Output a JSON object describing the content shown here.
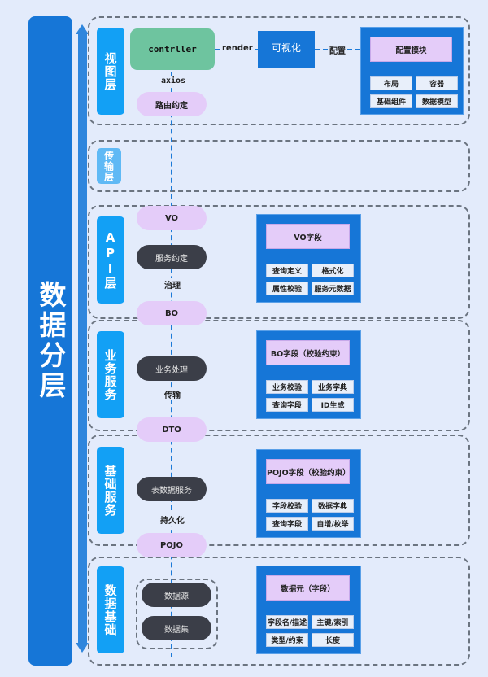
{
  "title": "数据分层",
  "colors": {
    "background": "#e3ebfb",
    "main_bar": "#1676d7",
    "arrow": "#2f86dd",
    "layer_label": "#12a0f5",
    "layer_label_light": "#5fb9f5",
    "controller": "#6ec49f",
    "pill_purple": "#e4ccf9",
    "pill_dark": "#3b3e48",
    "panel": "#1676d7",
    "dash": "#6b7480",
    "connector": "#1c7ad8"
  },
  "layers": {
    "view": {
      "label": "视图层",
      "controller": "contrller",
      "render_label": "render",
      "visual": "可视化",
      "config_label": "配置",
      "axios_label": "axios",
      "route_pill": "路由约定",
      "panel": {
        "title": "配置模块",
        "cells": [
          "布局",
          "容器",
          "基础组件",
          "数据模型"
        ]
      }
    },
    "transport": {
      "label": "传输层"
    },
    "api": {
      "label": "API层",
      "top_pill": "VO",
      "service_pill": "服务约定",
      "connector_label": "治理",
      "bottom_pill": "BO",
      "panel": {
        "title": "VO字段",
        "cells": [
          "查询定义",
          "格式化",
          "属性校验",
          "服务元数据"
        ]
      }
    },
    "business": {
      "label": "业务服务",
      "service_pill": "业务处理",
      "connector_label": "传输",
      "bottom_pill": "DTO",
      "panel": {
        "title": "BO字段（校验约束）",
        "cells": [
          "业务校验",
          "业务字典",
          "查询字段",
          "ID生成"
        ]
      }
    },
    "base": {
      "label": "基础服务",
      "service_pill": "表数据服务",
      "connector_label": "持久化",
      "bottom_pill": "POJO",
      "panel": {
        "title": "POJO字段（校验约束）",
        "cells": [
          "字段校验",
          "数据字典",
          "查询字段",
          "自增/枚举"
        ]
      }
    },
    "data": {
      "label": "数据基础",
      "source_pill": "数据源",
      "set_pill": "数据集",
      "panel": {
        "title": "数据元（字段）",
        "cells": [
          "字段名/描述",
          "主键/索引",
          "类型/约束",
          "长度"
        ]
      }
    }
  }
}
